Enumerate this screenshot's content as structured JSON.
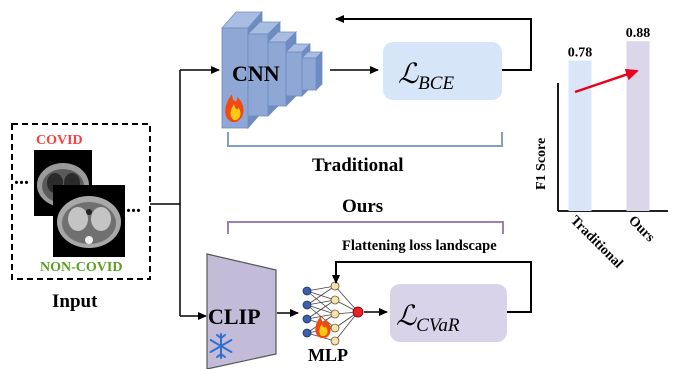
{
  "input": {
    "title": "Input",
    "class_top": "COVID",
    "class_bottom": "NON-COVID",
    "dots": "..."
  },
  "traditional": {
    "backbone": "CNN",
    "loss_text": "ℒ",
    "loss_sub": "BCE",
    "brace_label": "Traditional"
  },
  "ours": {
    "brace_label": "Ours",
    "backbone": "CLIP",
    "head": "MLP",
    "loss_text": "ℒ",
    "loss_sub": "CVaR",
    "feedback_label": "Flattening loss landscape"
  },
  "colors": {
    "cnn_block": "#8ea7d4",
    "loss_bce_fill": "#d6e6f8",
    "clip_fill": "#c3bcd9",
    "loss_cvar_fill": "#d9d3e9",
    "brace_traditional": "#7f9fc7",
    "brace_ours": "#9b7fb5",
    "covid_text": "#ff4040",
    "noncovid_text": "#5a9f22",
    "arrow_red": "#e8001c",
    "bar_traditional": "#d9e6f8",
    "bar_ours": "#dcd6ea"
  },
  "icons": {
    "fire": "fire-icon",
    "frozen": "snowflake-icon"
  },
  "chart_data": {
    "type": "bar",
    "categories": [
      "Traditional",
      "Ours"
    ],
    "values": [
      0.78,
      0.88
    ],
    "data_labels": [
      "0.78",
      "0.88"
    ],
    "ylabel": "F1 Score",
    "xlabel": "",
    "title": "",
    "ylim": [
      0,
      1.0
    ],
    "bar_colors": [
      "#d9e6f8",
      "#dcd6ea"
    ],
    "trend_arrow": "up"
  }
}
